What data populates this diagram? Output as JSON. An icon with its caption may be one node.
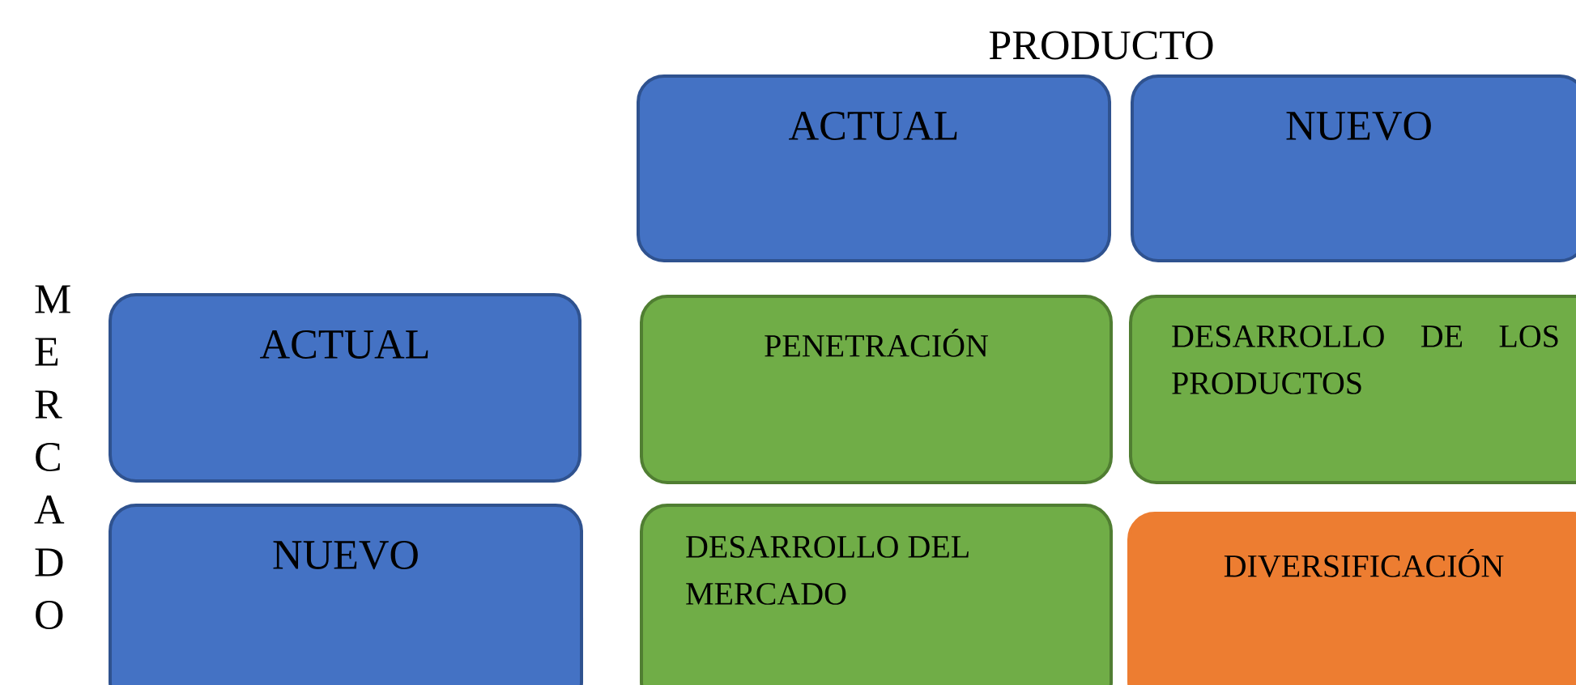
{
  "diagram": {
    "title": "PRODUCTO",
    "nodes": [
      {
        "text": [
          "ACTUAL"
        ]
      },
      {
        "text": [
          "NUEVO"
        ]
      },
      {
        "text": [
          "ACTUAL"
        ]
      },
      {
        "text": [
          "PENETRACIÓN"
        ]
      },
      {
        "text": [
          "DESARROLLO DE LOS PRODUCTOS"
        ]
      },
      {
        "text": [
          "NUEVO"
        ]
      },
      {
        "text": [
          "DESARROLLO DEL MERCADO"
        ]
      },
      {
        "text": [
          "DIVERSIFICACIÓN"
        ]
      }
    ],
    "labels": [
      "MERCADO"
    ]
  }
}
